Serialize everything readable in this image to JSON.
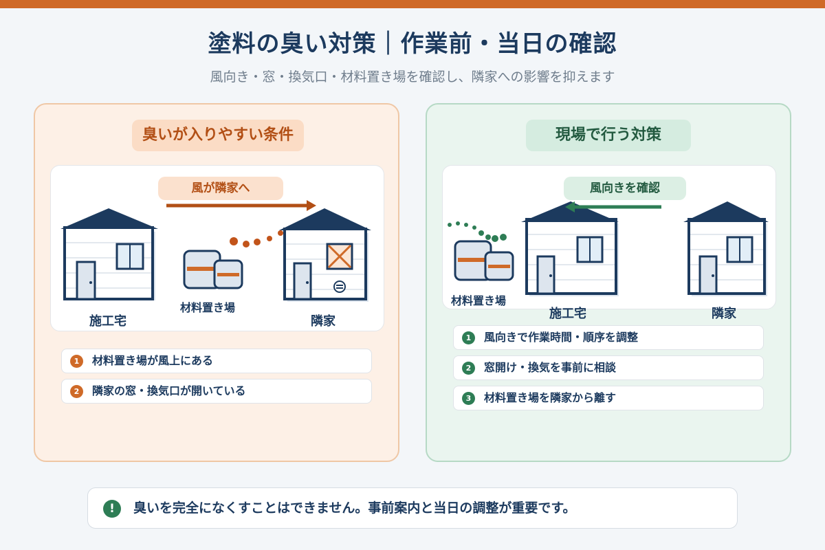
{
  "header": {
    "title": "塗料の臭い対策｜作業前・当日の確認",
    "subtitle": "風向き・窓・換気口・材料置き場を確認し、隣家への影響を抑えます"
  },
  "left_panel": {
    "heading": "臭いが入りやすい条件",
    "scene": {
      "wind_label": "風が隣家へ",
      "house_label": "施工宅",
      "storage_label": "材料置き場",
      "neighbor_label": "隣家"
    },
    "items": [
      {
        "num": "1",
        "text": "材料置き場が風上にある"
      },
      {
        "num": "2",
        "text": "隣家の窓・換気口が開いている"
      }
    ]
  },
  "right_panel": {
    "heading": "現場で行う対策",
    "scene": {
      "wind_label": "風向きを確認",
      "storage_label": "材料置き場",
      "house_label": "施工宅",
      "neighbor_label": "隣家"
    },
    "items": [
      {
        "num": "1",
        "text": "風向きで作業時間・順序を調整"
      },
      {
        "num": "2",
        "text": "窓開け・換気を事前に相談"
      },
      {
        "num": "3",
        "text": "材料置き場を隣家から離す"
      }
    ]
  },
  "footer_note": {
    "icon": "exclamation-icon",
    "text": "臭いを完全になくすことはできません。事前案内と当日の調整が重要です。"
  },
  "colors": {
    "accent_orange": "#cf6a28",
    "accent_green": "#2e7d55",
    "navy": "#1c3a5e"
  }
}
